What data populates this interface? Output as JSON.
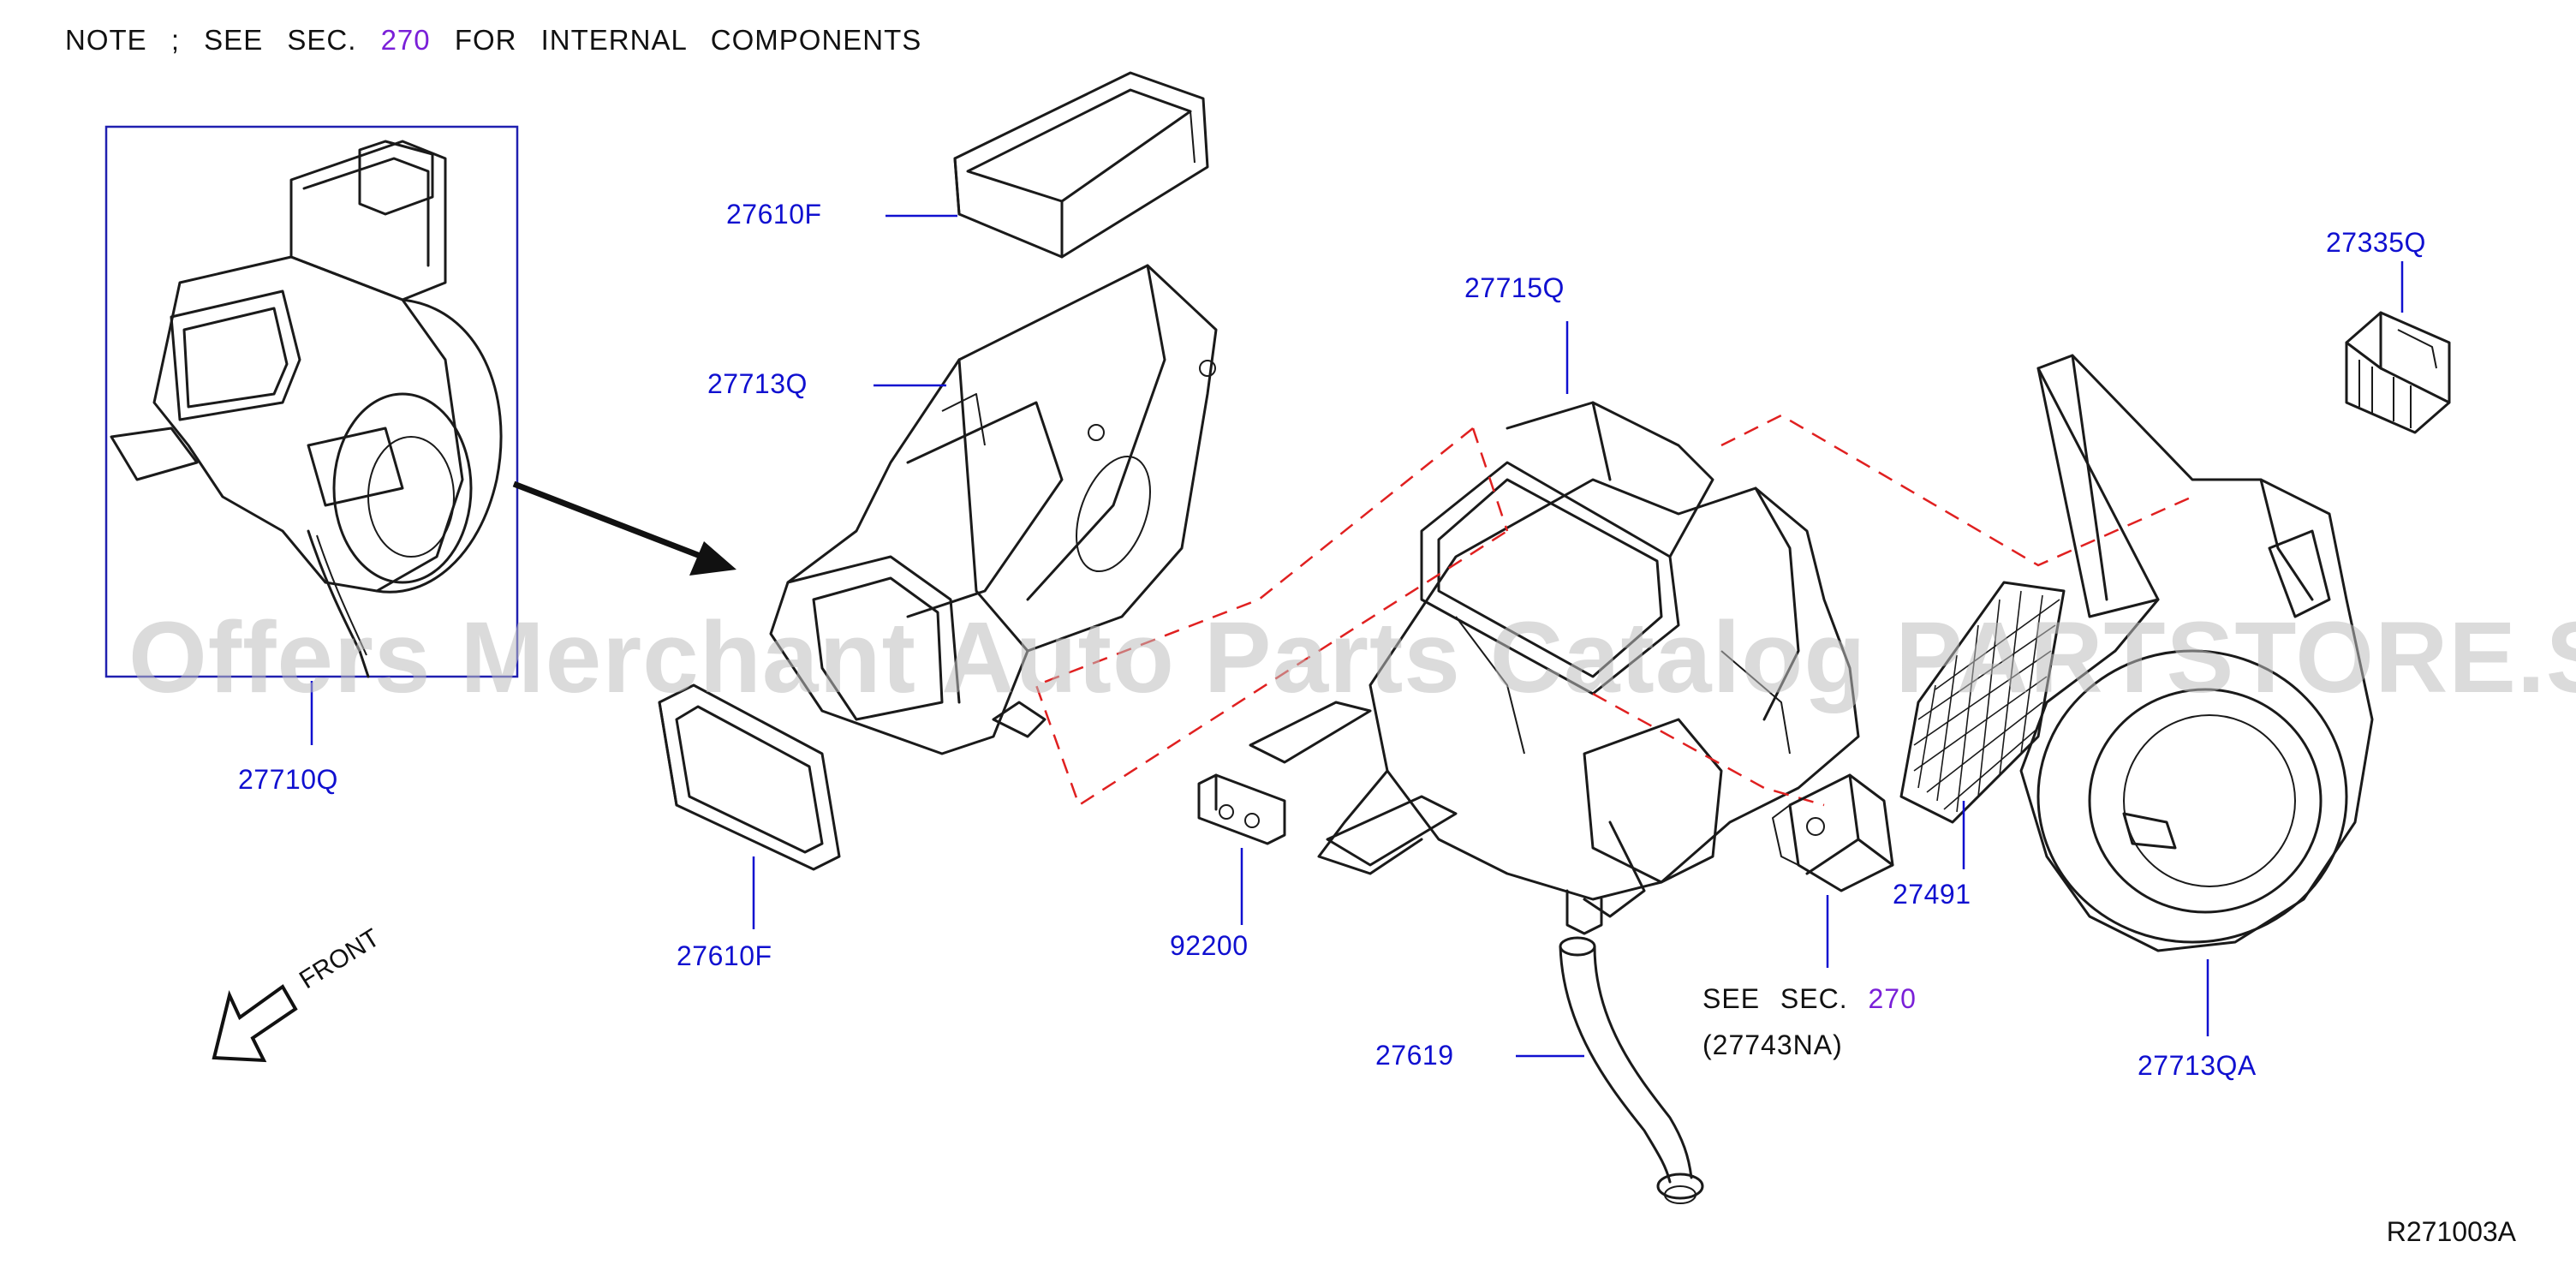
{
  "note": {
    "prefix": "NOTE ; SEE SEC.",
    "sec": "270",
    "suffix": "FOR INTERNAL COMPONENTS"
  },
  "labels": {
    "p27610F_top": "27610F",
    "p27713Q": "27713Q",
    "p27710Q": "27710Q",
    "p27610F_bottom": "27610F",
    "p27715Q": "27715Q",
    "p92200": "92200",
    "p27619": "27619",
    "p27491": "27491",
    "p27335Q": "27335Q",
    "p27713QA": "27713QA"
  },
  "see_section": {
    "line1_prefix": "SEE SEC.",
    "line1_sec": "270",
    "line2": "(27743NA)"
  },
  "front_label": "FRONT",
  "drawing_ref": "R271003A",
  "watermark": "Offers Merchant Auto Parts Catalog PARTSTORE.SA",
  "colors": {
    "part_number": "#1010d0",
    "section_link": "#7a20d8",
    "phantom_line": "#e02020",
    "linework": "#1a1a1a"
  }
}
